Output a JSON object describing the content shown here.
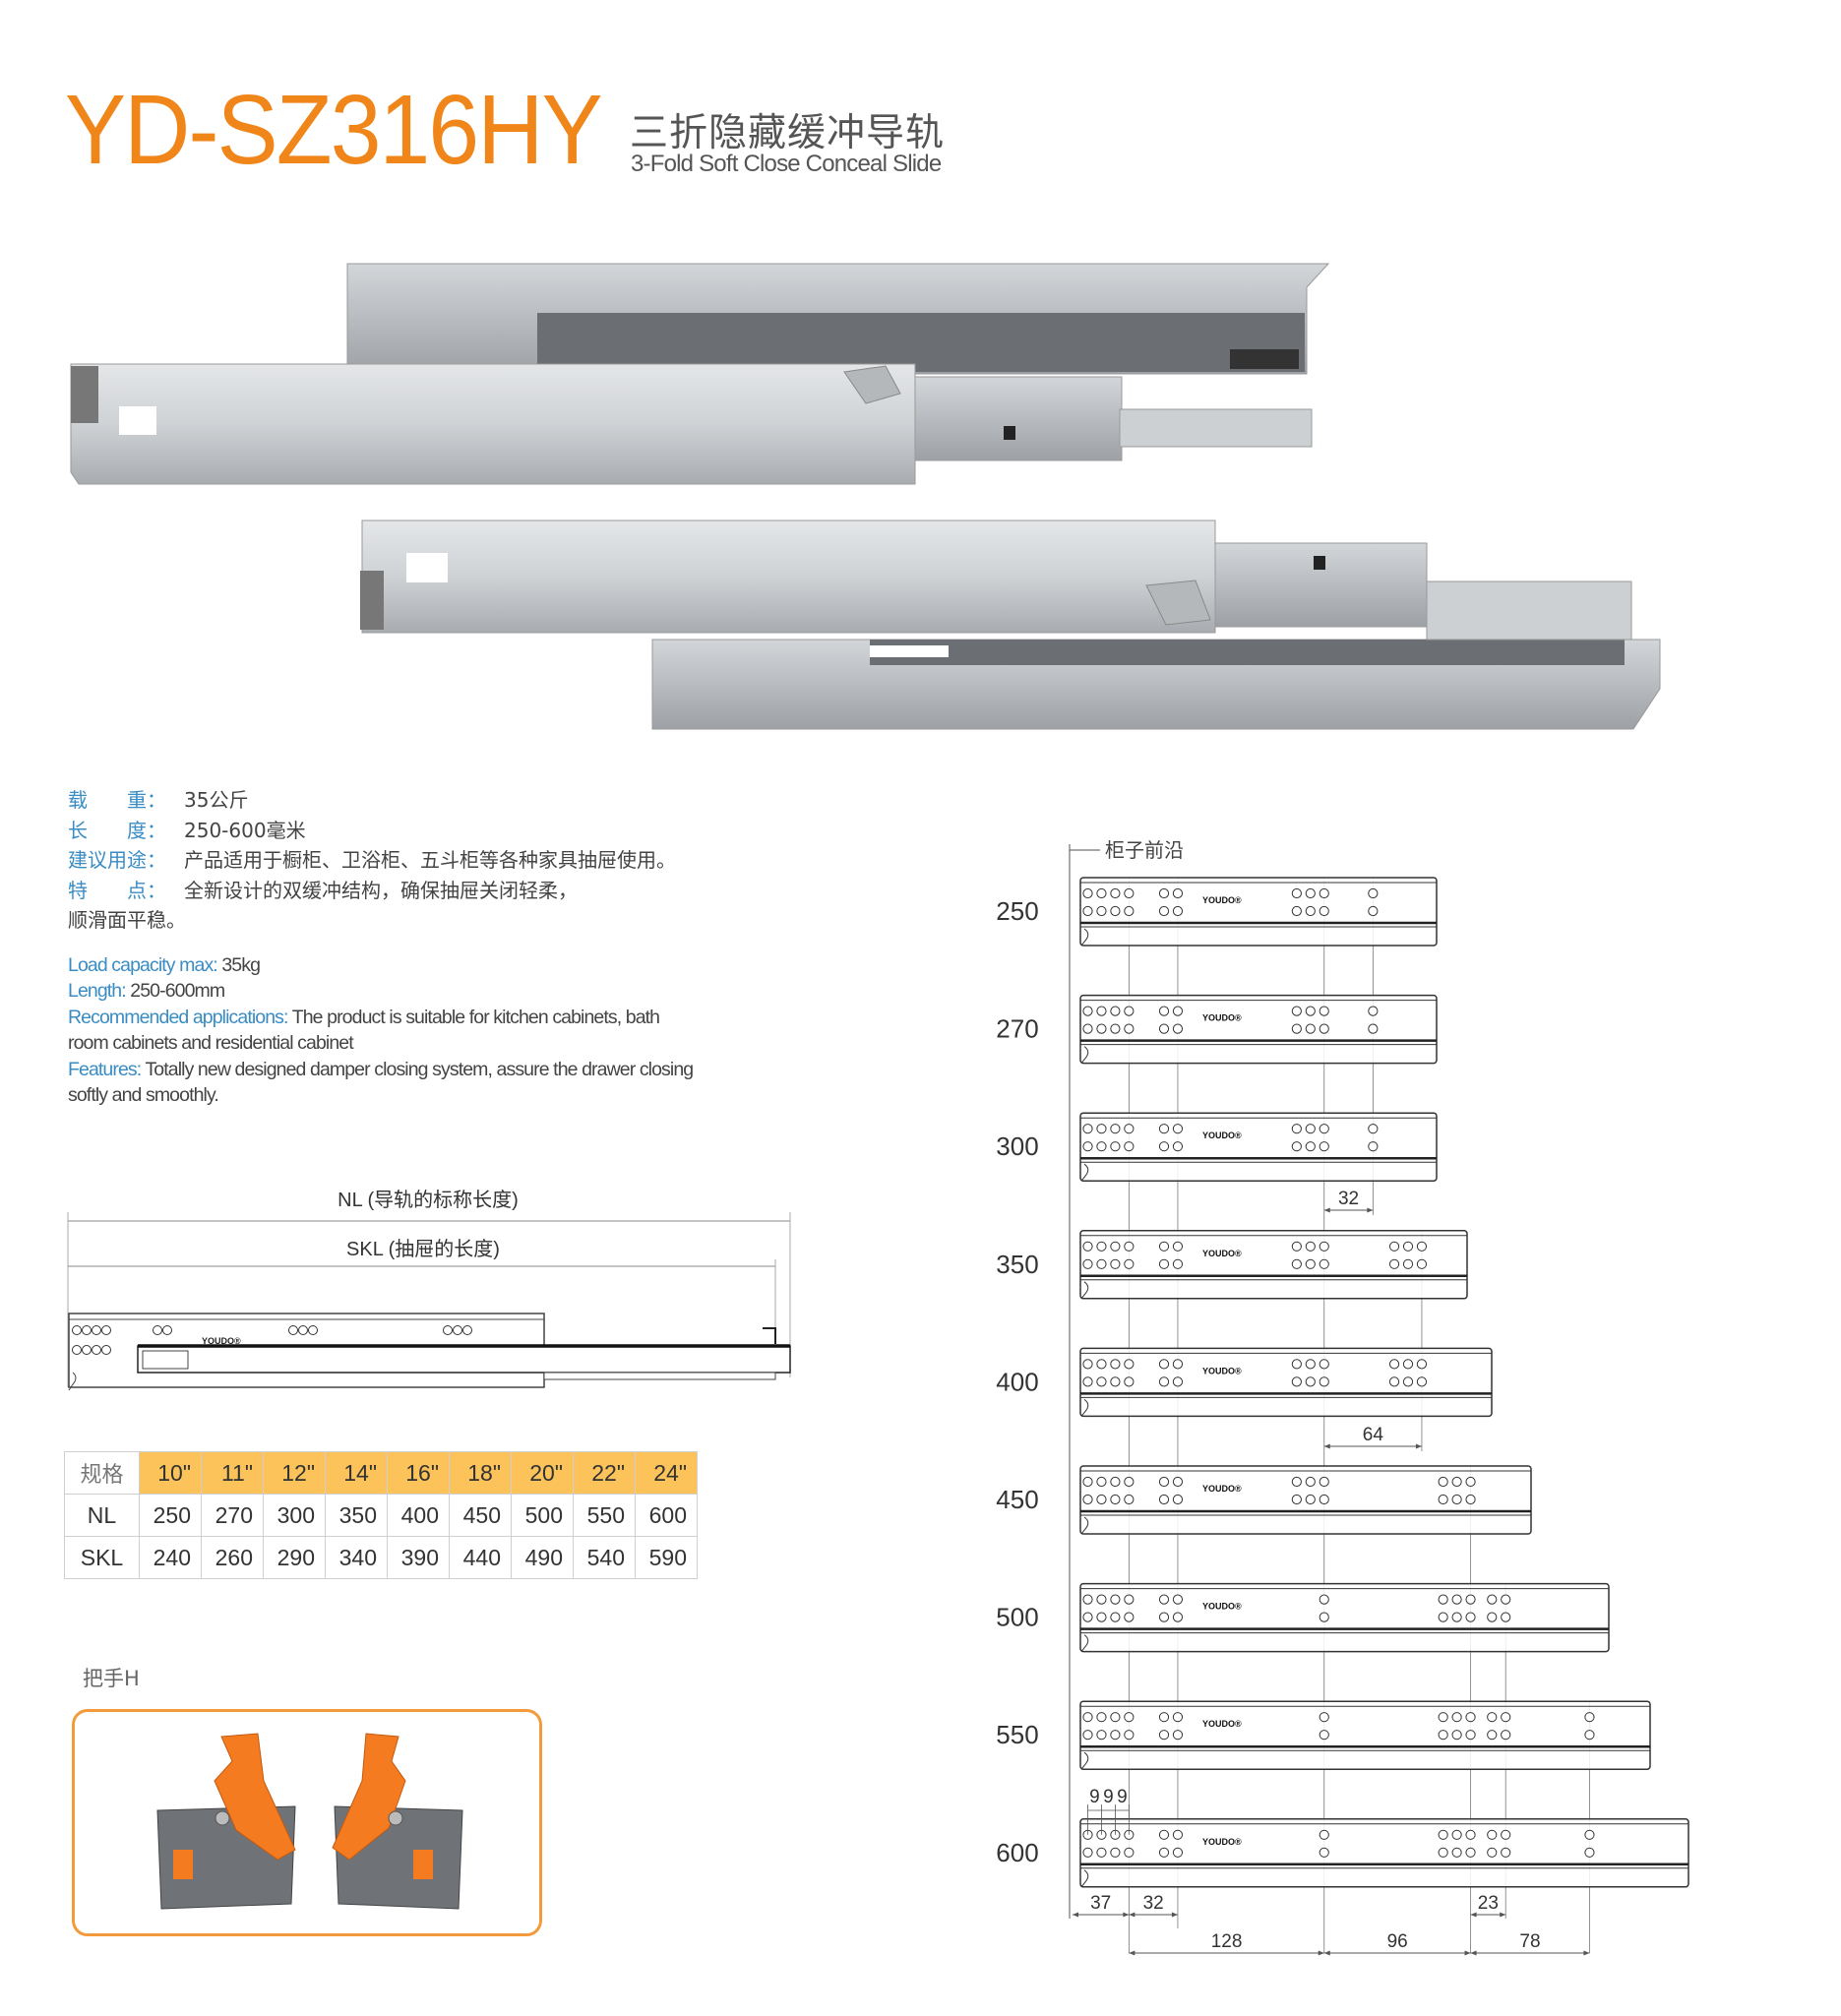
{
  "header": {
    "model": "YD-SZ316HY",
    "title_cn": "三折隐藏缓冲导轨",
    "title_en": "3-Fold Soft Close Conceal Slide"
  },
  "specs_cn": [
    {
      "label": "载　　重：",
      "value": "35公斤"
    },
    {
      "label": "长　　度：",
      "value": "250-600毫米"
    },
    {
      "label": "建议用途：",
      "value": "产品适用于橱柜、卫浴柜、五斗柜等各种家具抽屉使用。"
    },
    {
      "label": "特　　点：",
      "value": "全新设计的双缓冲结构，确保抽屉关闭轻柔，"
    }
  ],
  "specs_cn_continuation": "顺滑面平稳。",
  "specs_en": [
    {
      "label": "Load capacity max:",
      "value": " 35kg"
    },
    {
      "label": "Length:",
      "value": " 250-600mm"
    },
    {
      "label": "Recommended applications:",
      "value": "  The product is suitable for kitchen cabinets, bath room cabinets and residential cabinet"
    },
    {
      "label": "Features:",
      "value": " Totally new designed damper closing system, assure the drawer closing softly and smoothly."
    }
  ],
  "length_diagram": {
    "nl_label": "NL (导轨的标称长度)",
    "skl_label": "SKL (抽屉的长度)",
    "logo": "YOUDO®"
  },
  "table": {
    "header_label": "规格",
    "sizes": [
      "10\"",
      "11\"",
      "12\"",
      "14\"",
      "16\"",
      "18\"",
      "20\"",
      "22\"",
      "24\""
    ],
    "rows": [
      {
        "label": "NL",
        "values": [
          "250",
          "270",
          "300",
          "350",
          "400",
          "450",
          "500",
          "550",
          "600"
        ]
      },
      {
        "label": "SKL",
        "values": [
          "240",
          "260",
          "290",
          "340",
          "390",
          "440",
          "490",
          "540",
          "590"
        ]
      }
    ]
  },
  "handle": {
    "label": "把手H"
  },
  "hole_diagram": {
    "cabinet_front_label": "柜子前沿",
    "logo": "YOUDO®",
    "slides": [
      "250",
      "270",
      "300",
      "350",
      "400",
      "450",
      "500",
      "550",
      "600"
    ],
    "dimensions": {
      "d32_upper": "32",
      "d64": "64",
      "pitch": [
        "9",
        "9",
        "9"
      ],
      "d37": "37",
      "d32": "32",
      "d128": "128",
      "d96": "96",
      "d23": "23",
      "d78": "78"
    }
  },
  "colors": {
    "brand": "#f08519",
    "label_blue": "#3a8cc4",
    "table_header": "#fbc35a",
    "handle_orange": "#f47b20"
  }
}
